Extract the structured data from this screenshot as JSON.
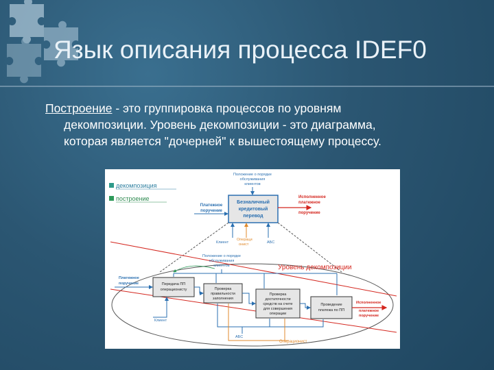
{
  "slide": {
    "title": "Язык описания процесса IDEF0",
    "body": {
      "term": "Построение",
      "rest_line1": " - это группировка процессов по уровням",
      "line2": "декомпозиции. Уровень декомпозиции - это диаграмма,",
      "line3": "которая является \"дочерней\" к вышестоящему процессу."
    }
  },
  "diagram": {
    "legend": {
      "decomposition": "декомпозиция",
      "construction": "построение"
    },
    "top": {
      "control_line1": "Положение о порядке",
      "control_line2": "обслуживания",
      "control_line3": "клиентов",
      "input_line1": "Платежное",
      "input_line2": "поручение",
      "box_line1": "Безналичный",
      "box_line2": "кредитовый",
      "box_line3": "перевод",
      "output_line1": "Исполненное",
      "output_line2": "платежное",
      "output_line3": "поручение",
      "mech_client": "Клиент",
      "mech_operator_line1": "Операци",
      "mech_operator_line2": "онист",
      "mech_abs": "АБС"
    },
    "level_label": "Уровень декомпозиции",
    "bottom": {
      "control_line1": "Положение о порядке",
      "control_line2": "обслуживания",
      "control_line3": "клиентов",
      "input_line1": "Платежное",
      "input_line2": "поручение",
      "box1_line1": "Передача ПП",
      "box1_line2": "операционисту",
      "box2_line1": "Проверка",
      "box2_line2": "правильности",
      "box2_line3": "заполнения",
      "box3_line1": "Проверка",
      "box3_line2": "достаточности",
      "box3_line3": "средств на счете",
      "box3_line4": "для совершения",
      "box3_line5": "операции",
      "box4_line1": "Проведение",
      "box4_line2": "платежа по ПП",
      "output_line1": "Исполненное",
      "output_line2": "платежное",
      "output_line3": "поручение",
      "mech_client": "Клиент",
      "mech_abs": "АБС",
      "mech_operator": "Операционист"
    },
    "colors": {
      "blue": "#2a6fb0",
      "green": "#2e9a5a",
      "red": "#d4261e",
      "orange": "#e08a2c",
      "box_fill": "#e6e6e6"
    }
  }
}
